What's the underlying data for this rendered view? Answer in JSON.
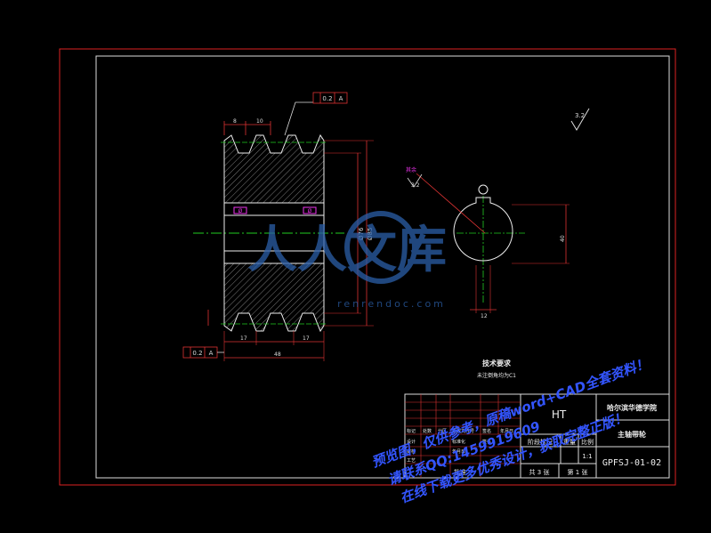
{
  "drawing": {
    "title_block": {
      "institution": "哈尔滨华德学院",
      "part_name": "主轴带轮",
      "drawing_number": "GPFSJ-01-02",
      "material": "HT",
      "scale_label": "比例",
      "scale": "1:1",
      "weight_label": "重量",
      "stage_label": "阶段标记",
      "total_sheets": "共 3 张",
      "sheet": "第 1 张",
      "approve": "批准",
      "label_mark": "标记",
      "label_count": "处数",
      "label_zone": "分区",
      "label_change_doc": "更改文件号",
      "label_sign": "签名",
      "label_date": "年月日",
      "label_design": "设计",
      "label_check": "审核",
      "label_process": "工艺",
      "label_standard": "标准化",
      "label_sign2": "签名",
      "label_date2": "年月日"
    },
    "tech_req": {
      "title": "技术要求",
      "line1": "未注倒角均为C1"
    },
    "dims": {
      "tol_top_value": "0.2",
      "tol_top_datum": "A",
      "tol_bottom_value": "0.2",
      "tol_bottom_datum": "A",
      "groove_pitch_a": "8",
      "groove_pitch_b": "10",
      "bore_left": "Ø",
      "bore_right": "Ø",
      "dia_outer": "Ø85",
      "dia_root": "Ø76",
      "width_total": "48",
      "width_a": "17",
      "width_b": "17",
      "keyway_height": "40",
      "keyway_width": "12",
      "surface_finish": "3.2",
      "leader_label": "其余",
      "leader_value": "3.2"
    },
    "watermark": {
      "logo_text": "人人文库",
      "site": "renrendoc.com",
      "line1": "预览图，仅供参考，原稿word+CAD全套资料！",
      "line2": "请联系QQ:1459919609",
      "line3": "在线下载更多优秀设计，获取完整正版！"
    }
  }
}
